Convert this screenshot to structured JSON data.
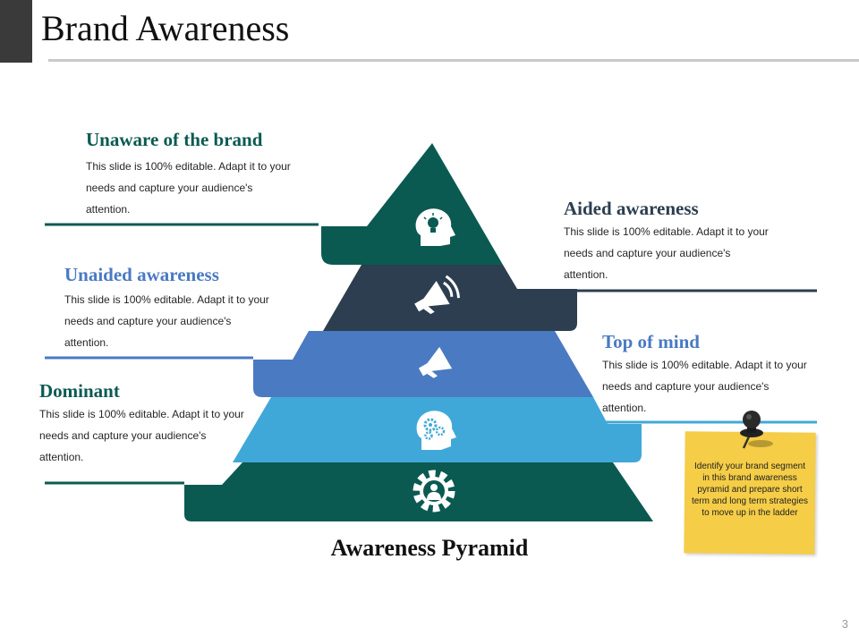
{
  "header": {
    "title": "Brand Awareness"
  },
  "colors": {
    "top": "#0b5a52",
    "tier2": "#2c3e50",
    "tier3": "#4a7ac2",
    "tier4": "#40a8d8",
    "bottom": "#0b5a52",
    "note": "#f5cd46"
  },
  "pyramid": {
    "caption": "Awareness Pyramid",
    "levels": [
      {
        "icon": "lightbulb-head-icon"
      },
      {
        "icon": "megaphone-sound-icon"
      },
      {
        "icon": "megaphone-icon"
      },
      {
        "icon": "gears-head-icon"
      },
      {
        "icon": "gear-person-icon"
      }
    ]
  },
  "callouts": {
    "unaware": {
      "title": "Unaware of the brand",
      "text": "This slide is 100% editable. Adapt it to your needs and capture your audience's attention.",
      "color": "#0b5a52"
    },
    "aided": {
      "title": "Aided awareness",
      "text": "This slide is 100% editable. Adapt it to your needs and capture your audience's attention.",
      "color": "#2c3e50"
    },
    "unaided": {
      "title": "Unaided awareness",
      "text": "This slide is 100% editable. Adapt it to your needs and capture your audience's attention.",
      "color": "#4a7ac2"
    },
    "top_of_mind": {
      "title": "Top of mind",
      "text": "This slide is 100% editable. Adapt it to your needs and capture your audience's attention.",
      "color": "#4a7ac2"
    },
    "dominant": {
      "title": "Dominant",
      "text": "This slide is 100% editable. Adapt it to your needs and capture your audience's attention.",
      "color": "#0b5a52"
    }
  },
  "sticky_note": {
    "text": "Identify your brand segment in this brand awareness pyramid and prepare short term and long term strategies to move up in the ladder",
    "icon": "pushpin-icon"
  },
  "page_number": "3"
}
